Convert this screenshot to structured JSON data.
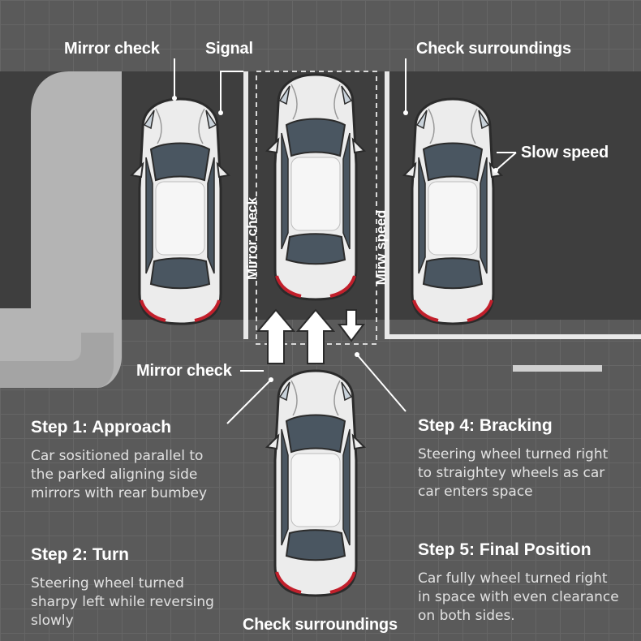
{
  "labels": {
    "mirror_check_top": "Mirror check",
    "signal": "Signal",
    "check_surroundings_top": "Check surroundings",
    "slow_speed": "Slow speed",
    "mirror_check_vertical": "Mirror check",
    "mirror_speed_vertical": "Mirw speed",
    "mirror_check_mid": "Mirror check",
    "check_surroundings_bottom": "Check surroundings"
  },
  "steps": [
    {
      "title": "Step 1: Approach",
      "text": "Car sositioned parallel to the parked aligning side mirrors with rear bumbey"
    },
    {
      "title": "Step 2: Turn",
      "text": "Steering wheel turned sharpy left while reversing slowly"
    },
    {
      "title": "Step 4: Bracking",
      "text": "Steering wheel turned right to straightey wheels as car car enters space"
    },
    {
      "title": "Step 5: Final Position",
      "text": "Car fully wheel turned right in space with even clearance on both sides."
    }
  ],
  "colors": {
    "background": "#5a5a5a",
    "lot": "#3e3e3e",
    "curb": "#b4b4b4",
    "car_body": "#ececec",
    "car_glass": "#4a5661",
    "tail_light": "#c21f2b",
    "lines": "#e8e8e8"
  },
  "icons": [
    "car-icon",
    "arrow-up-icon",
    "arrow-down-icon"
  ]
}
